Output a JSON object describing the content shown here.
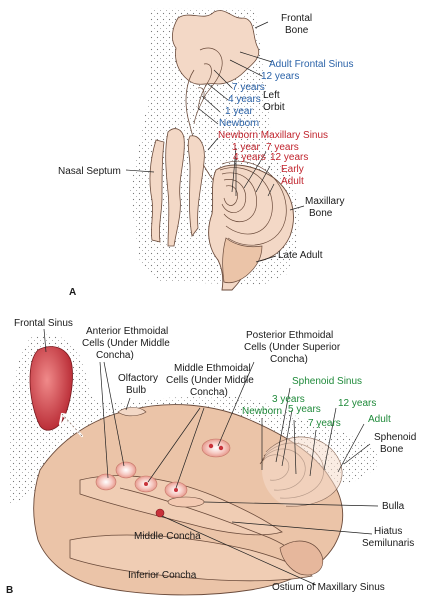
{
  "panel_a": {
    "letter": "A",
    "labels": {
      "frontal_bone_1": "Frontal",
      "frontal_bone_2": "Bone",
      "adult_frontal_sinus": "Adult Frontal Sinus",
      "frontal_12_years": "12 years",
      "frontal_7_years": "7 years",
      "frontal_4_years": "4 years",
      "frontal_1_year": "1 year",
      "frontal_newborn": "Newborn",
      "left_orbit_1": "Left",
      "left_orbit_2": "Orbit",
      "newborn_maxillary_sinus": "Newborn Maxillary Sinus",
      "max_1_year": "1 year",
      "max_7_years": "7 years",
      "max_4_years": "4 years",
      "max_12_years": "12 years",
      "early_adult_1": "Early",
      "early_adult_2": "Adult",
      "nasal_septum": "Nasal Septum",
      "maxillary_bone_1": "Maxillary",
      "maxillary_bone_2": "Bone",
      "late_adult": "Late Adult"
    }
  },
  "panel_b": {
    "letter": "B",
    "labels": {
      "frontal_sinus": "Frontal Sinus",
      "anterior_ethmoidal_1": "Anterior Ethmoidal",
      "anterior_ethmoidal_2": "Cells (Under Middle",
      "anterior_ethmoidal_3": "Concha)",
      "olfactory_bulb_1": "Olfactory",
      "olfactory_bulb_2": "Bulb",
      "posterior_ethmoidal_1": "Posterior Ethmoidal",
      "posterior_ethmoidal_2": "Cells (Under Superior",
      "posterior_ethmoidal_3": "Concha)",
      "middle_ethmoidal_1": "Middle Ethmoidal",
      "middle_ethmoidal_2": "Cells (Under Middle",
      "middle_ethmoidal_3": "Concha)",
      "sphenoid_sinus": "Sphenoid Sinus",
      "sph_3_years": "3 years",
      "sph_newborn": "Newborn",
      "sph_5_years": "5 years",
      "sph_12_years": "12 years",
      "sph_7_years": "7 years",
      "sph_adult": "Adult",
      "sphenoid_bone_1": "Sphenoid",
      "sphenoid_bone_2": "Bone",
      "bulla": "Bulla",
      "middle_concha": "Middle Concha",
      "hiatus_1": "Hiatus",
      "hiatus_2": "Semilunaris",
      "inferior_concha": "Inferior Concha",
      "ostium": "Ostium of Maxillary Sinus"
    }
  },
  "colors": {
    "bone": "#f3d8c6",
    "bone_shadow": "#d9a88e",
    "tissue": "#ebc4a8",
    "sinus_red": "#c8323a",
    "label_blue": "#2a62a8",
    "label_red": "#c1242d",
    "label_green": "#1f8a3a"
  }
}
